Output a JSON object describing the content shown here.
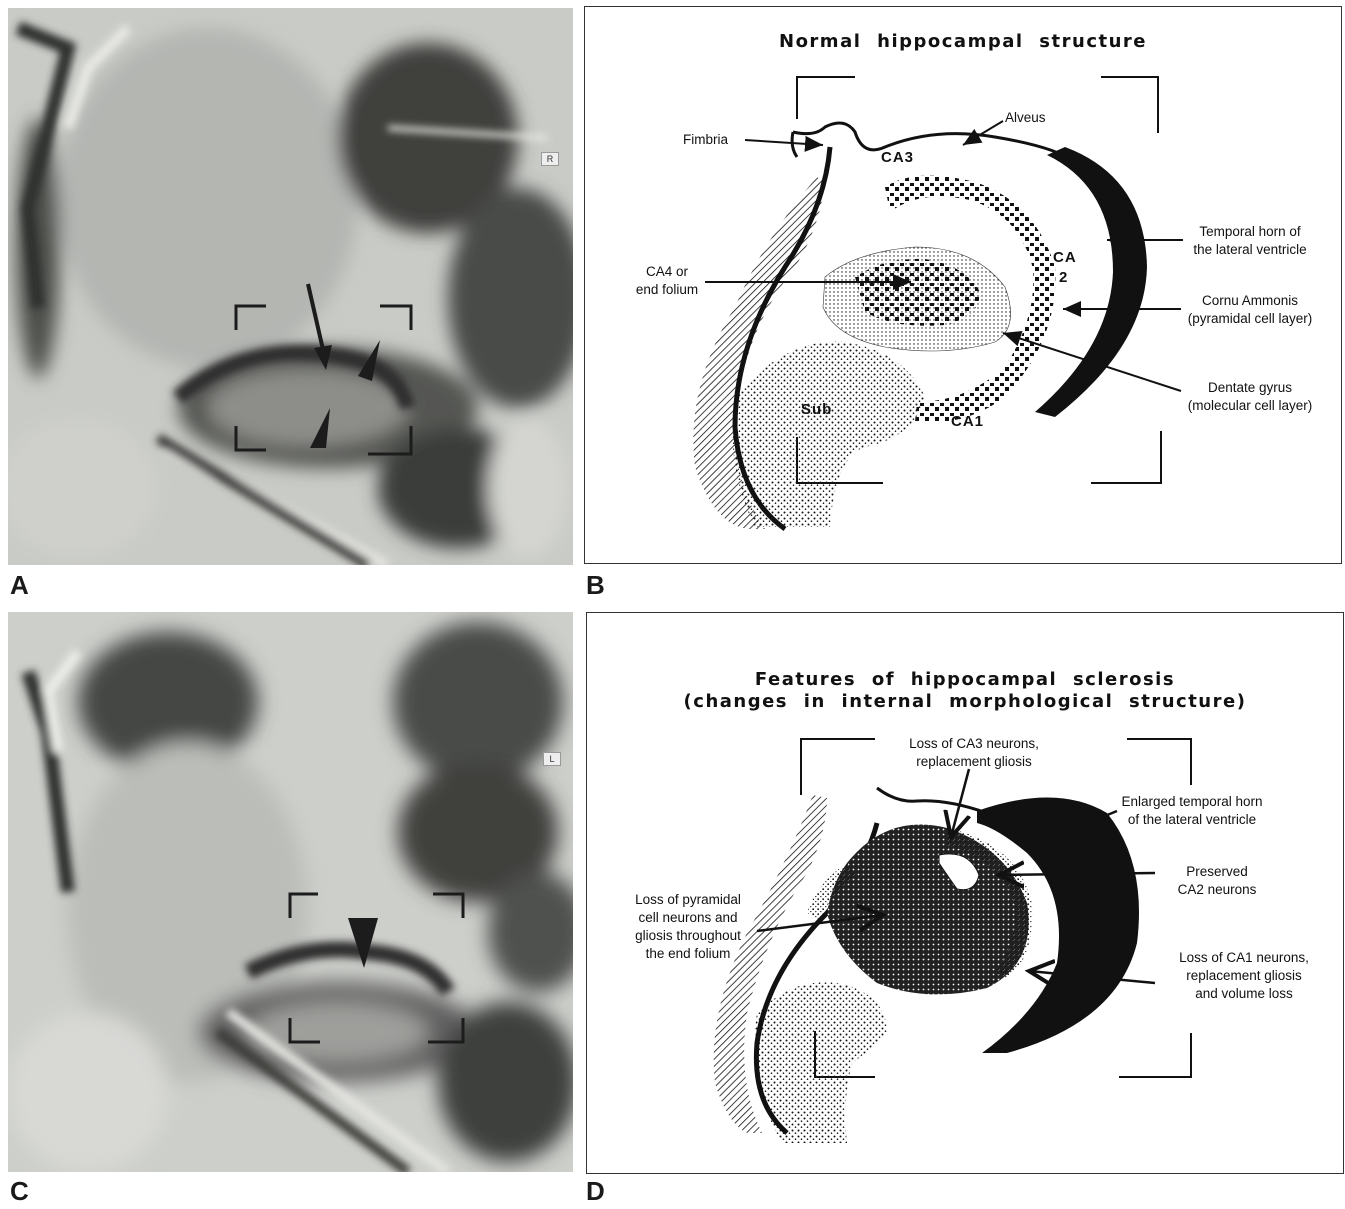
{
  "panels": {
    "a": {
      "letter": "A",
      "orientation_marker": "R"
    },
    "b": {
      "letter": "B",
      "title": "Normal  hippocampal  structure",
      "labels": {
        "fimbria": "Fimbria",
        "alveus": "Alveus",
        "ca3": "CA3",
        "ca2_top": "CA",
        "ca2_bottom": "2",
        "ca4_line1": "CA4 or",
        "ca4_line2": "end folium",
        "temporal_horn_line1": "Temporal horn of",
        "temporal_horn_line2": "the lateral ventricle",
        "cornu_line1": "Cornu Ammonis",
        "cornu_line2": "(pyramidal cell layer)",
        "dentate_line1": "Dentate gyrus",
        "dentate_line2": "(molecular cell layer)",
        "sub": "Sub",
        "ca1": "CA1"
      }
    },
    "c": {
      "letter": "C",
      "orientation_marker": "L"
    },
    "d": {
      "letter": "D",
      "title_line1": "Features  of  hippocampal  sclerosis",
      "title_line2": "(changes  in  internal  morphological  structure)",
      "labels": {
        "ca3_loss_line1": "Loss of CA3 neurons,",
        "ca3_loss_line2": "replacement gliosis",
        "enlarged_horn_line1": "Enlarged temporal horn",
        "enlarged_horn_line2": "of the lateral ventricle",
        "preserved_line1": "Preserved",
        "preserved_line2": "CA2  neurons",
        "pyramidal_loss_line1": "Loss of pyramidal",
        "pyramidal_loss_line2": "cell neurons and",
        "pyramidal_loss_line3": "gliosis throughout",
        "pyramidal_loss_line4": "the end folium",
        "ca1_loss_line1": "Loss of CA1 neurons,",
        "ca1_loss_line2": "replacement gliosis",
        "ca1_loss_line3": "and volume loss"
      }
    }
  }
}
